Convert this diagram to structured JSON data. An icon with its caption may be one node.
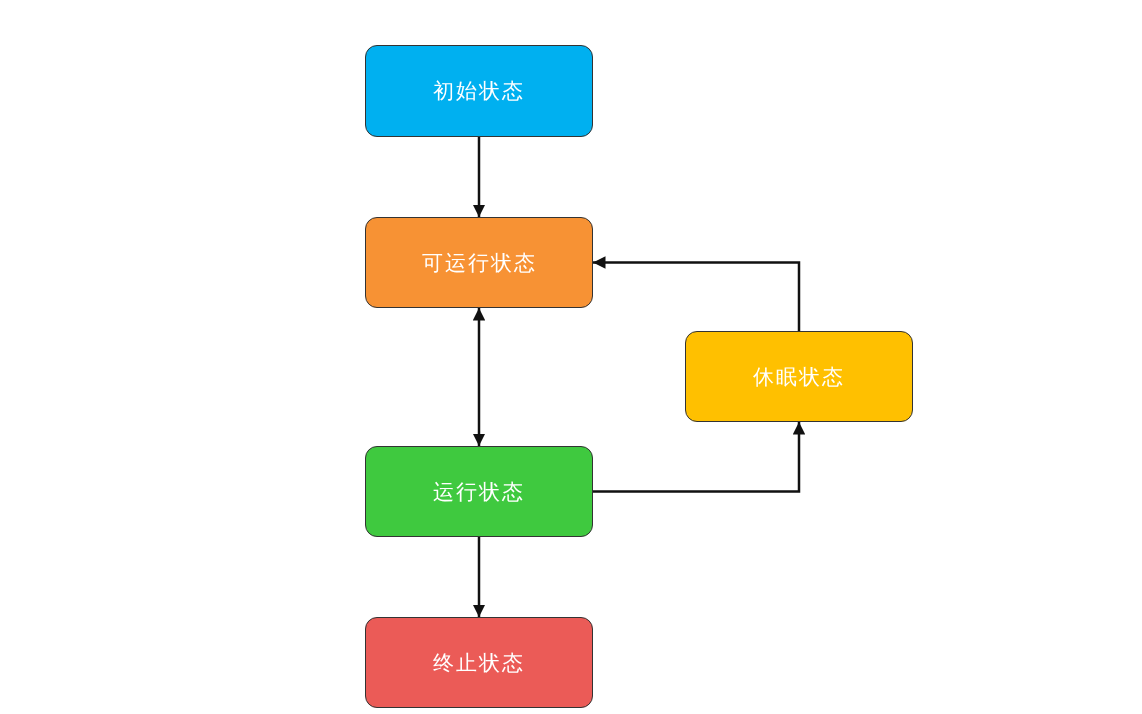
{
  "diagram": {
    "nodes": [
      {
        "text": [
          "初始状态"
        ]
      },
      {
        "text": [
          "可运行状态"
        ]
      },
      {
        "text": [
          "休眠状态"
        ]
      },
      {
        "text": [
          "运行状态"
        ]
      },
      {
        "text": [
          "终止状态"
        ]
      }
    ],
    "edges": [
      {
        "from": 0,
        "to": 1,
        "arrow": "to"
      },
      {
        "from": 1,
        "to": 3,
        "arrow": "both"
      },
      {
        "from": 3,
        "to": 2,
        "arrow": "to"
      },
      {
        "from": 3,
        "to": 4,
        "arrow": "to"
      },
      {
        "from": 2,
        "to": 1,
        "arrow": "to"
      }
    ]
  }
}
